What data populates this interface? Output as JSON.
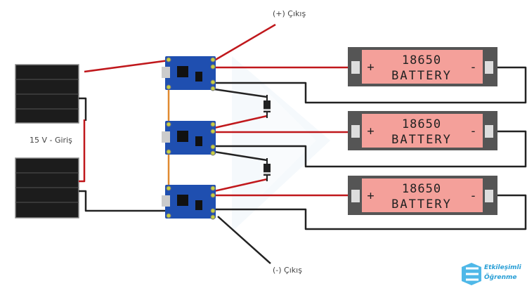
{
  "labels": {
    "input": "15 V - Giriş",
    "plus_out": "(+) Çıkış",
    "minus_out": "(-) Çıkış"
  },
  "batteries": [
    {
      "model": "18650",
      "type": "BATTERY",
      "plus": "+",
      "minus": "-"
    },
    {
      "model": "18650",
      "type": "BATTERY",
      "plus": "+",
      "minus": "-"
    },
    {
      "model": "18650",
      "type": "BATTERY",
      "plus": "+",
      "minus": "-"
    }
  ],
  "logo": {
    "line1": "Etkileşimli",
    "line2": "Öğrenme"
  },
  "colors": {
    "wire_red": "#c0181c",
    "wire_black": "#222222",
    "wire_orange": "#e08a30",
    "module_blue": "#1f4fb0",
    "battery_pink": "#f4a09a",
    "panel": "#1c1c1c"
  }
}
